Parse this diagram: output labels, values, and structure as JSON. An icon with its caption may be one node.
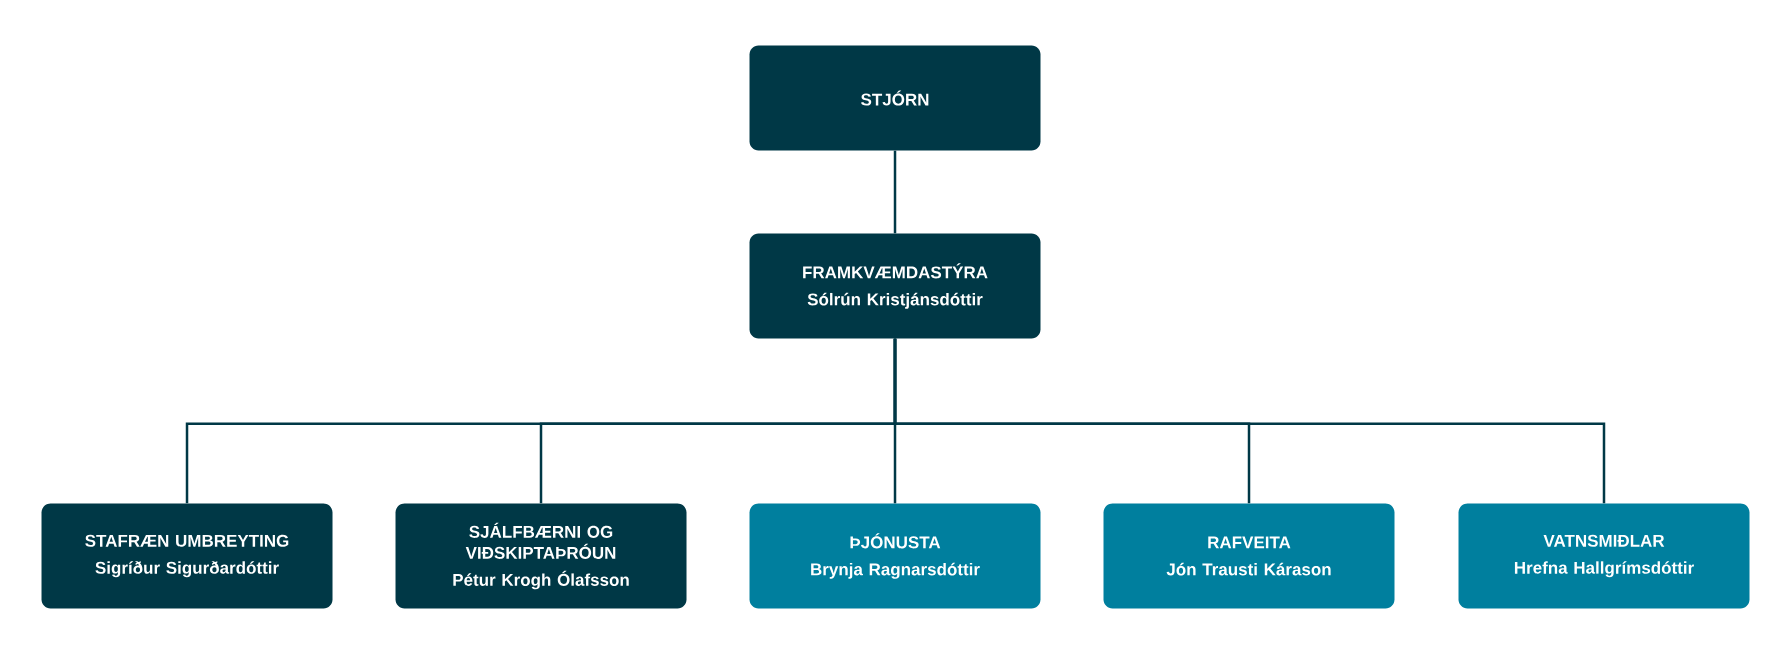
{
  "diagram": {
    "nodes": [
      {
        "text": [
          "STJÓRN"
        ]
      },
      {
        "text": [
          "FRAMKVÆMDASTÝRA",
          "Sólrún Kristjánsdóttir"
        ]
      },
      {
        "text": [
          "STAFRÆN UMBREYTING",
          "Sigríður Sigurðardóttir"
        ]
      },
      {
        "text": [
          "SJÁLFBÆRNI OG VIÐSKIPTAÞRÓUN",
          "Pétur Krogh Ólafsson"
        ]
      },
      {
        "text": [
          "ÞJÓNUSTA",
          "Brynja Ragnarsdóttir"
        ]
      },
      {
        "text": [
          "RAFVEITA",
          "Jón Trausti Kárason"
        ]
      },
      {
        "text": [
          "VATNSMIÐLAR",
          "Hrefna Hallgrímsdóttir"
        ]
      }
    ],
    "edges": [
      {
        "from": 0,
        "to": 1,
        "arrow": "none"
      },
      {
        "from": 1,
        "to": 2,
        "arrow": "none"
      },
      {
        "from": 1,
        "to": 3,
        "arrow": "none"
      },
      {
        "from": 1,
        "to": 4,
        "arrow": "none"
      },
      {
        "from": 1,
        "to": 5,
        "arrow": "none"
      },
      {
        "from": 1,
        "to": 6,
        "arrow": "none"
      }
    ]
  }
}
